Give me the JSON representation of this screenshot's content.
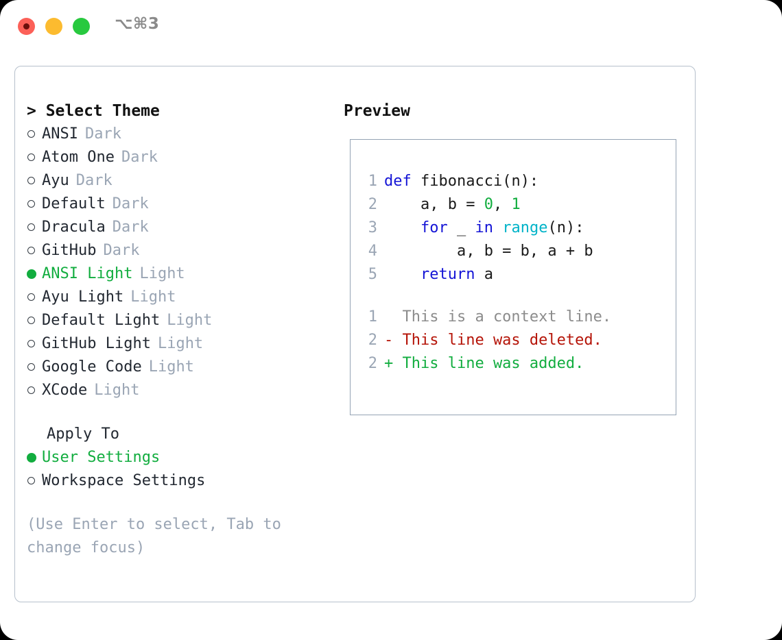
{
  "titlebar": {
    "shortcut": "⌥⌘3",
    "buttons": {
      "close": "close-button",
      "minimize": "minimize-button",
      "maximize": "maximize-button"
    }
  },
  "theme_selector": {
    "header": "> Select Theme",
    "items": [
      {
        "name": "ANSI",
        "badge": "Dark",
        "selected": false
      },
      {
        "name": "Atom One",
        "badge": "Dark",
        "selected": false
      },
      {
        "name": "Ayu",
        "badge": "Dark",
        "selected": false
      },
      {
        "name": "Default",
        "badge": "Dark",
        "selected": false
      },
      {
        "name": "Dracula",
        "badge": "Dark",
        "selected": false
      },
      {
        "name": "GitHub",
        "badge": "Dark",
        "selected": false
      },
      {
        "name": "ANSI Light",
        "badge": "Light",
        "selected": true
      },
      {
        "name": "Ayu Light",
        "badge": "Light",
        "selected": false
      },
      {
        "name": "Default Light",
        "badge": "Light",
        "selected": false
      },
      {
        "name": "GitHub Light",
        "badge": "Light",
        "selected": false
      },
      {
        "name": "Google Code",
        "badge": "Light",
        "selected": false
      },
      {
        "name": "XCode",
        "badge": "Light",
        "selected": false
      }
    ]
  },
  "apply_to": {
    "label": "Apply To",
    "items": [
      {
        "name": "User Settings",
        "selected": true
      },
      {
        "name": "Workspace Settings",
        "selected": false
      }
    ]
  },
  "hint": "(Use Enter to select, Tab to change focus)",
  "preview": {
    "title": "Preview",
    "code_lines": [
      {
        "no": "1",
        "tokens": [
          {
            "t": "def",
            "c": "kw"
          },
          {
            "t": " fibonacci(n):",
            "c": "pln"
          }
        ]
      },
      {
        "no": "2",
        "tokens": [
          {
            "t": "    a, b = ",
            "c": "pln"
          },
          {
            "t": "0",
            "c": "num"
          },
          {
            "t": ", ",
            "c": "pln"
          },
          {
            "t": "1",
            "c": "num"
          }
        ]
      },
      {
        "no": "3",
        "tokens": [
          {
            "t": "    ",
            "c": "pln"
          },
          {
            "t": "for",
            "c": "kw"
          },
          {
            "t": " _ ",
            "c": "pln"
          },
          {
            "t": "in",
            "c": "kw"
          },
          {
            "t": " ",
            "c": "pln"
          },
          {
            "t": "range",
            "c": "fn"
          },
          {
            "t": "(n):",
            "c": "pln"
          }
        ]
      },
      {
        "no": "4",
        "tokens": [
          {
            "t": "        a, b = b, a + b",
            "c": "pln"
          }
        ]
      },
      {
        "no": "5",
        "tokens": [
          {
            "t": "    ",
            "c": "pln"
          },
          {
            "t": "return",
            "c": "kw"
          },
          {
            "t": " a",
            "c": "pln"
          }
        ]
      }
    ],
    "diff_lines": [
      {
        "no": "1",
        "text": "  This is a context line.",
        "kind": "ctx"
      },
      {
        "no": "2",
        "text": "- This line was deleted.",
        "kind": "del"
      },
      {
        "no": "2",
        "text": "+ This line was added.",
        "kind": "add"
      }
    ]
  },
  "colors": {
    "accent_green": "#12ad3f",
    "keyword_blue": "#1414d6",
    "function_cyan": "#00b3c8",
    "diff_delete_red": "#b51408",
    "muted_gray": "#9aa5b4",
    "border_gray": "#b6c0cc"
  }
}
